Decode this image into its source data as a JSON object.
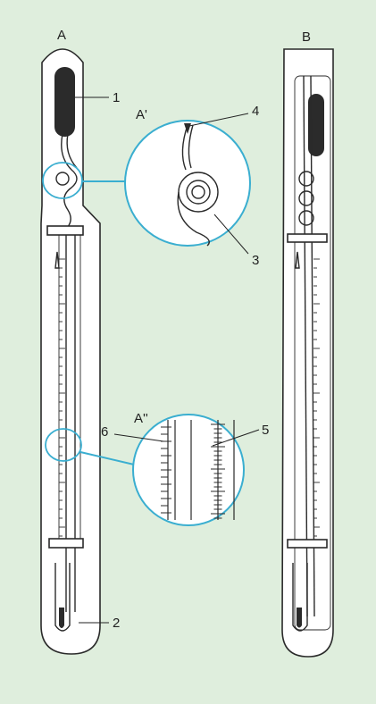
{
  "labels": {
    "thermometer_a": "A",
    "thermometer_b": "B",
    "detail_a1": "A'",
    "detail_a2": "A''",
    "part_1": "1",
    "part_2": "2",
    "part_3": "3",
    "part_4": "4",
    "part_5": "5",
    "part_6": "6"
  },
  "colors": {
    "background": "#dfeedd",
    "callout_ring": "#3aaed0",
    "bulb_fill": "#2b2b2b"
  }
}
